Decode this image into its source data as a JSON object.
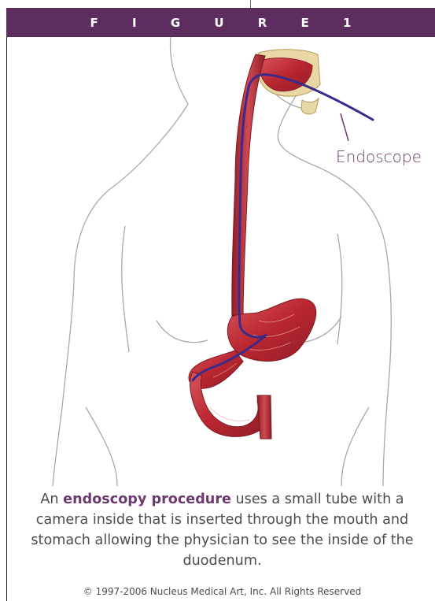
{
  "header": {
    "title": "F I G U R E 1"
  },
  "illustration": {
    "label": "Endoscope",
    "colors": {
      "body_outline": "#a9a9a9",
      "organ_fill": "#c0303a",
      "organ_dark": "#8e1e28",
      "endoscope": "#3a2a8c",
      "label_color": "#6c3a6e",
      "header_bg": "#5c2d5e"
    }
  },
  "caption": {
    "part1": "An ",
    "emphasis": "endoscopy procedure",
    "part2": " uses a small tube with a camera inside that is inserted through the mouth and stomach allowing the physician to see the inside of the duodenum."
  },
  "copyright": "© 1997-2006 Nucleus Medical Art, Inc. All Rights Reserved"
}
